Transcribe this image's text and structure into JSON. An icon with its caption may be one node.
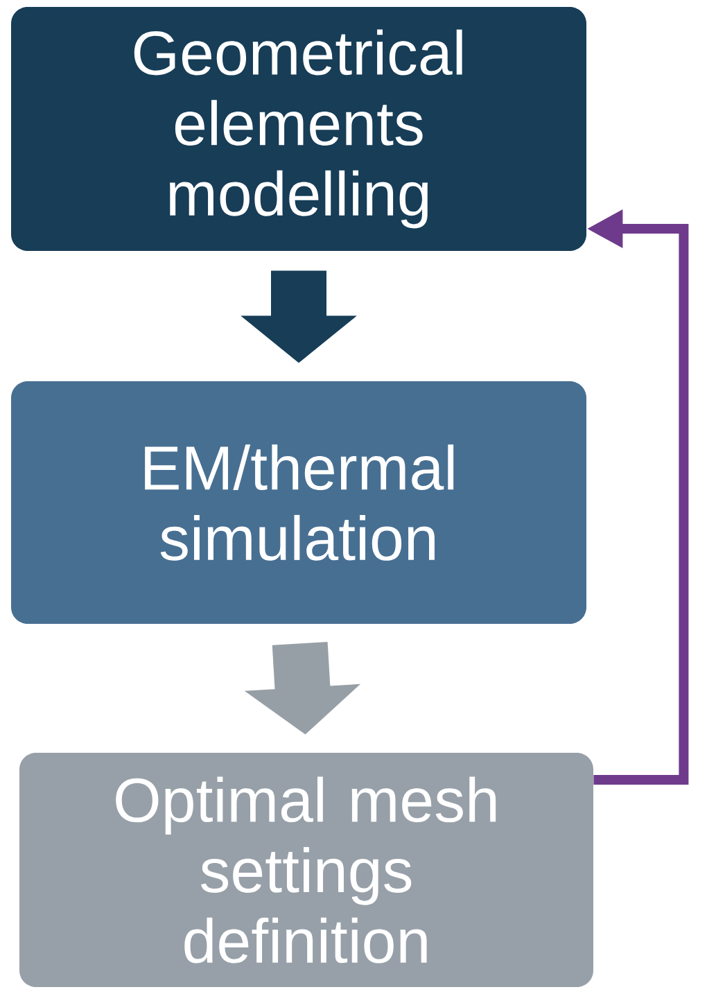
{
  "diagram": {
    "nodes": [
      {
        "text": [
          "Geometrical elements modelling"
        ]
      },
      {
        "text": [
          "EM/thermal simulation"
        ]
      },
      {
        "text": [
          "Optimal mesh settings definition"
        ]
      }
    ],
    "edges": [
      {
        "from": 0,
        "to": 1,
        "arrow": "to",
        "color": "#173d57"
      },
      {
        "from": 1,
        "to": 2,
        "arrow": "to",
        "color": "#979fa6"
      },
      {
        "from": 2,
        "to": 0,
        "arrow": "to",
        "color": "#6e3b8c"
      }
    ]
  }
}
